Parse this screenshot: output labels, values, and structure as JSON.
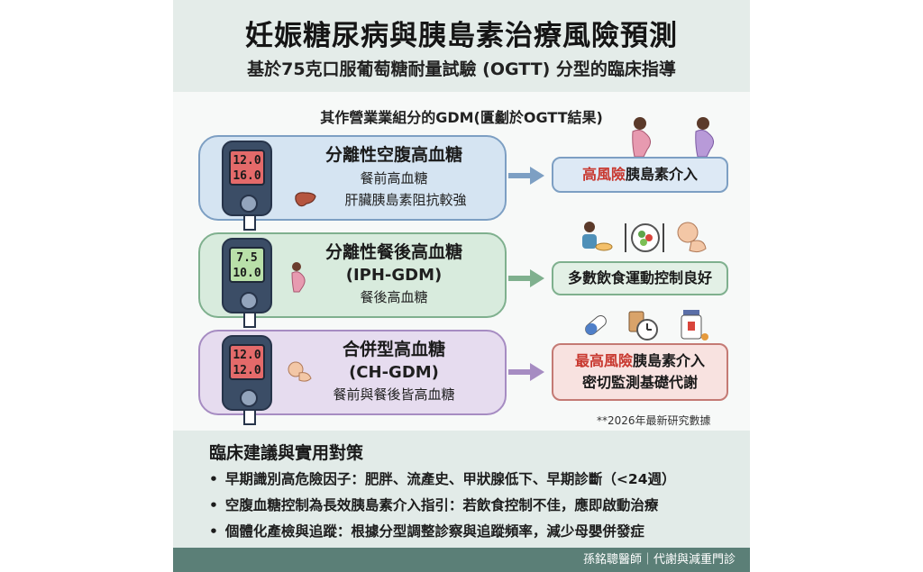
{
  "header": {
    "title": "妊娠糖尿病與胰島素治療風險預測",
    "subtitle": "基於75克口服葡萄糖耐量試驗 (OGTT) 分型的臨床指導"
  },
  "section_title": "其作營業業組分的GDM(匱劙於OGTT結果)",
  "cards": [
    {
      "screen": [
        "12.0",
        "16.0"
      ],
      "head": "分離性空腹高血糖",
      "line1": "餐前高血糖",
      "line2": "肝臟胰島素阻抗較強",
      "result_red": "高風險",
      "result_text": "胰島素介入"
    },
    {
      "screen": [
        "7.5",
        "10.0"
      ],
      "head": "分離性餐後高血糖",
      "line1": "(IPH-GDM)",
      "line2": "餐後高血糖",
      "result_text": "多數飲食運動控制良好"
    },
    {
      "screen": [
        "12.0",
        "12.0"
      ],
      "head": "合併型高血糖",
      "line1": "(CH-GDM)",
      "line2": "餐前與餐後皆高血糖",
      "result_red": "最高風險",
      "result_text": "胰島素介入",
      "result_line2": "密切監測基礎代謝"
    }
  ],
  "note": "**2026年最新研究數據",
  "clinical": {
    "title": "臨床建議與實用對策",
    "items": [
      "早期識別高危險因子：肥胖、流產史、甲狀腺低下、早期診斷（<24週）",
      "空腹血糖控制為長效胰島素介入指引：若飲食控制不佳，應即啟動治療",
      "個體化產檢與追蹤：根據分型調整診察與追蹤頻率，減少母嬰併發症"
    ]
  },
  "footer": "孫銘聰醫師｜代謝與減重門診",
  "colors": {
    "blue": "#7d9fc3",
    "green": "#7fb08e",
    "purple": "#a68cc2",
    "risk_red": "#c8382f",
    "footer_bg": "#5b7f77"
  },
  "icons": [
    "glucose-meter-icon",
    "pregnant-woman-icon",
    "liver-icon",
    "healthy-meal-icon",
    "baby-icon",
    "medication-icon",
    "clock-icon",
    "pill-bottle-icon"
  ]
}
